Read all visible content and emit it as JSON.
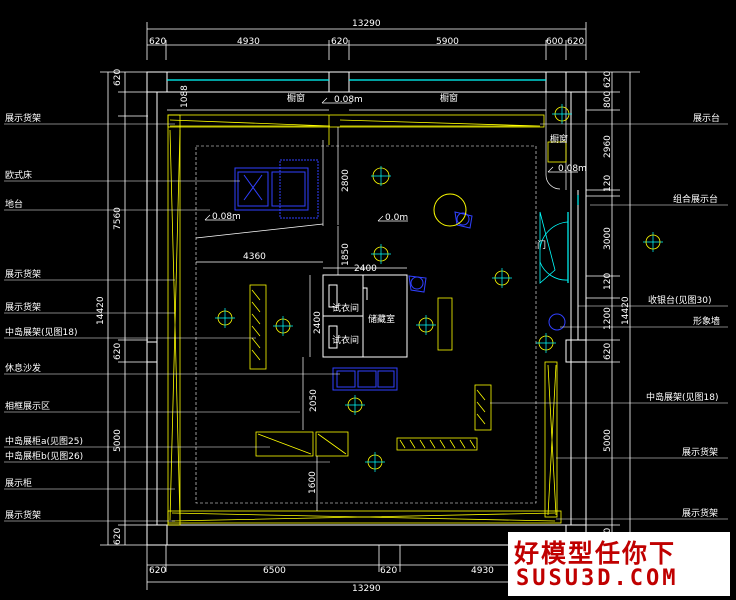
{
  "dims": {
    "top_total": "13290",
    "top_segments": [
      "620",
      "4930",
      "620",
      "5900",
      "600",
      "620"
    ],
    "bottom_total": "13290",
    "bottom_segments": [
      "620",
      "6500",
      "620",
      "4930"
    ],
    "left_total": "14420",
    "left_segments": [
      "620",
      "1088",
      "7560",
      "620",
      "5000",
      "620"
    ],
    "right_total": "14420",
    "right_segments": [
      "620",
      "800",
      "2960",
      "120",
      "3000",
      "120",
      "1200",
      "620",
      "5000",
      "620"
    ],
    "inner": [
      "2800",
      "4360",
      "1850",
      "2400",
      "2400",
      "2050",
      "1600"
    ]
  },
  "room_labels": {
    "window_left": "橱窗",
    "window_mid": "橱窗",
    "window_right": "橱窗",
    "door": "门",
    "fitting_top": "试衣间",
    "fitting_bottom": "试衣间",
    "storage": "储藏室"
  },
  "levels": [
    "0.08m",
    "0.08m",
    "0.08m",
    "0.0m"
  ],
  "left_callouts": [
    "展示货架",
    "欧式床",
    "地台",
    "展示货架",
    "展示货架",
    "中岛展架(见图18)",
    "休息沙发",
    "相框展示区",
    "中岛展柜a(见图25)",
    "中岛展柜b(见图26)",
    "展示柜",
    "展示货架"
  ],
  "right_callouts": [
    "展示台",
    "组合展示台",
    "收银台(见图30)",
    "形象墙",
    "中岛展架(见图18)",
    "展示货架",
    "展示货架"
  ],
  "watermark": {
    "line1": "好模型任你下",
    "line2": "SUSU3D.COM"
  },
  "colors": {
    "background": "#000000",
    "wall": "#ffffff",
    "display_rack": "#ffff00",
    "furniture": "#3040ff",
    "glass": "#00ffff",
    "watermark_text": "#c00000"
  }
}
